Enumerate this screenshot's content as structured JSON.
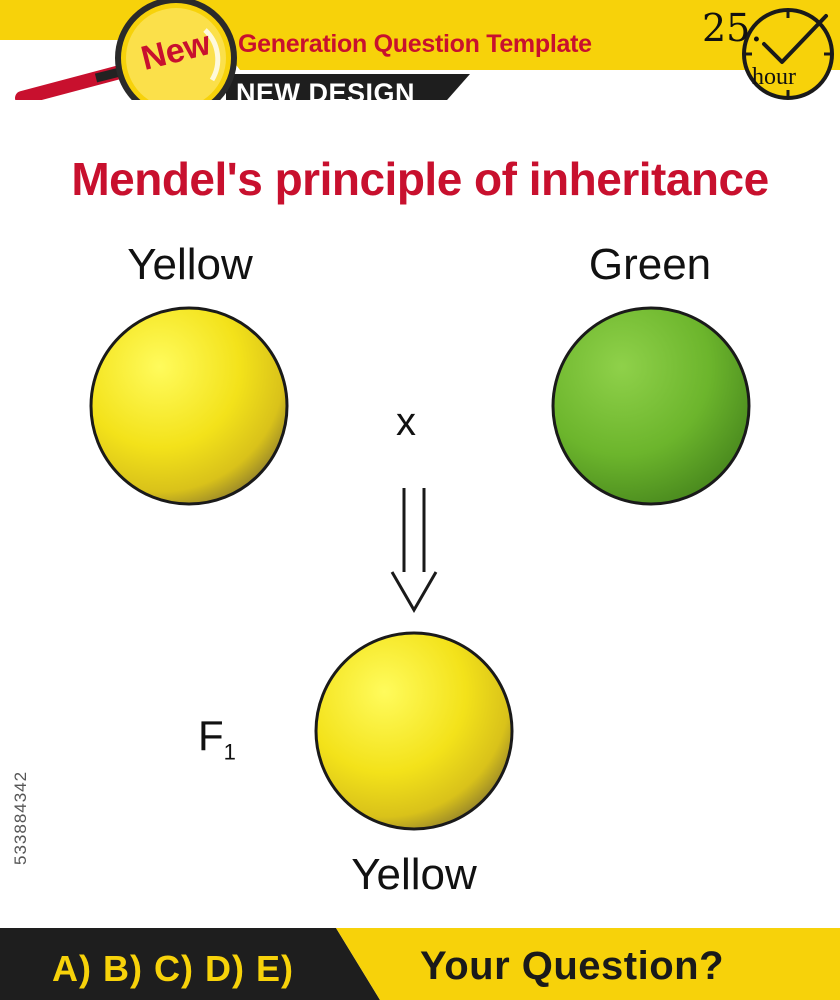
{
  "header": {
    "badge": "New",
    "title": "Generation Question Template",
    "subtitle": "NEW DESIGN",
    "hour_number": "25.",
    "hour_label": "hour"
  },
  "title": "Mendel's principle of inheritance",
  "parents": {
    "left_label": "Yellow",
    "right_label": "Green",
    "cross_symbol": "x"
  },
  "offspring": {
    "generation": "F",
    "generation_sub": "1",
    "label": "Yellow"
  },
  "footer": {
    "answers": "A) B) C) D) E)",
    "question": "Your Question?"
  },
  "stock_id": "533884342",
  "colors": {
    "brand_red": "#c8102e",
    "yellow_band": "#f7d20a",
    "pea_yellow": "#f3e21a",
    "pea_green": "#6cb52c",
    "dark_band": "#1e1e1e"
  }
}
